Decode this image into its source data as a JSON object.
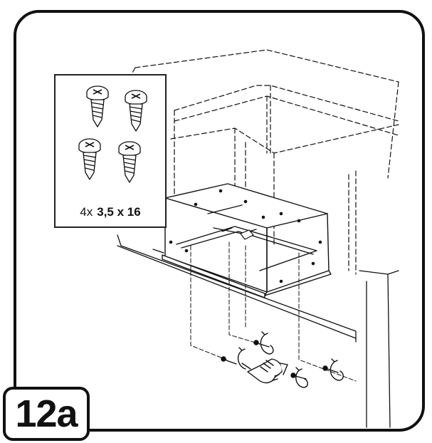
{
  "step": {
    "number": "12a"
  },
  "callout": {
    "screw_icon": "pan-head-screw-icon",
    "screw_count": 4,
    "quantity_label": "4x",
    "screw_size_label": "3,5 x 16"
  },
  "colors": {
    "line": "#111111",
    "background": "#ffffff"
  },
  "icons": [
    "pan-head-screw-icon",
    "screwdriver-hand-icon",
    "rotation-arrow-icon"
  ]
}
